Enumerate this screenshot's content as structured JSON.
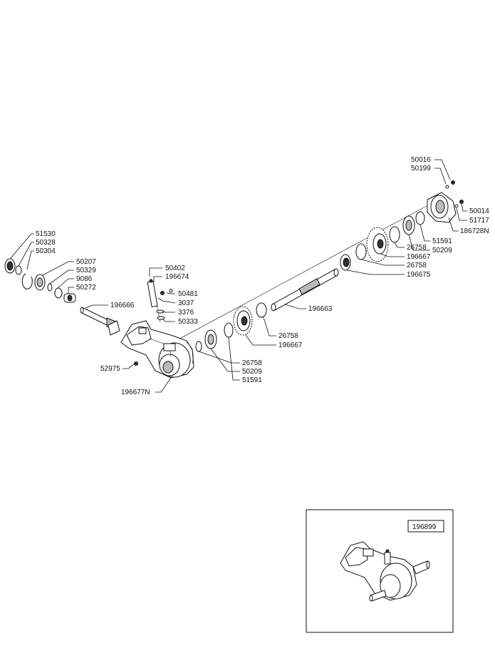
{
  "diagram": {
    "labels": {
      "l51530": "51530",
      "l50328": "50328",
      "l50304": "50304",
      "l50207": "50207",
      "l50329": "50329",
      "l9086": "9086",
      "l50272": "50272",
      "l196666": "196666",
      "l50402": "50402",
      "l196674": "196674",
      "l50481": "50481",
      "l3037": "3037",
      "l3376": "3376",
      "l50333": "50333",
      "l52975": "52975",
      "l196677N": "196677N",
      "l26758a": "26758",
      "l50209a": "50209",
      "l51591a": "51591",
      "l26758b": "26758",
      "l196667a": "196667",
      "l196663": "196663",
      "l26758c": "26758",
      "l196675": "196675",
      "l26758d": "26758",
      "l196667b": "196667",
      "l51591b": "51591",
      "l50209b": "50209",
      "l50016": "50016",
      "l50199": "50199",
      "l50014": "50014",
      "l51717": "51717",
      "l186728N": "186728N"
    },
    "inset": {
      "part_number": "196899"
    }
  }
}
